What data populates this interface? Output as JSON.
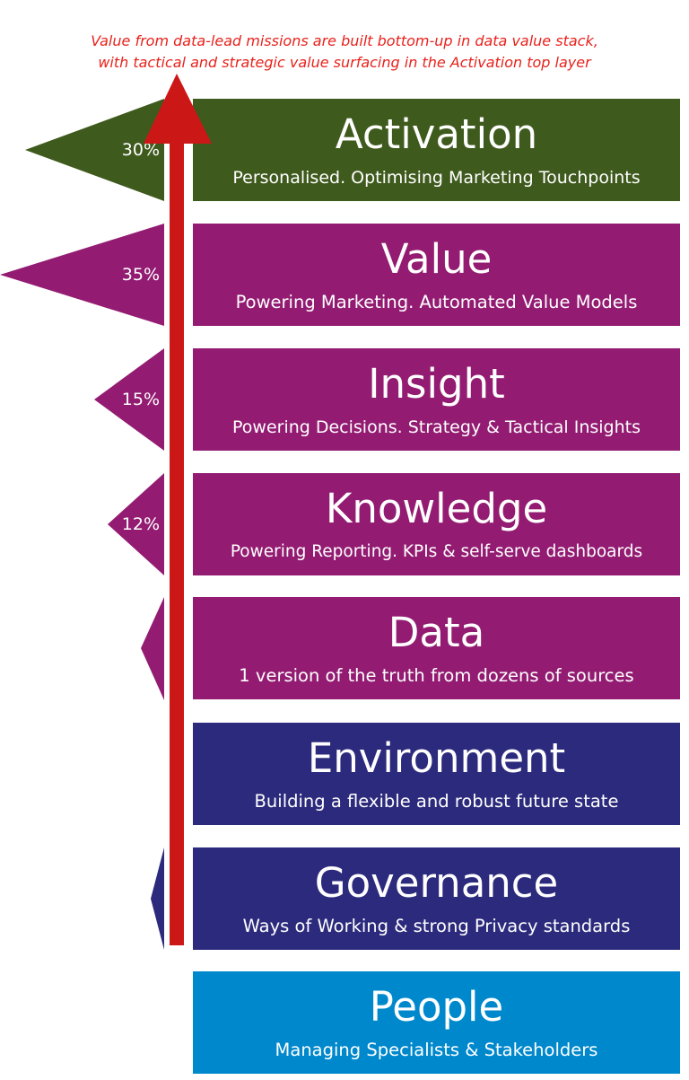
{
  "caption": {
    "line1": "Value from data-lead missions are built  bottom-up in data value stack,",
    "line2": "with tactical and strategic value surfacing in the Activation top layer"
  },
  "colors": {
    "caption": "#e8221c",
    "arrow": "#cc1717",
    "activation": "#3f5a1d",
    "purple": "#931c72",
    "navy": "#2c2a7c",
    "people": "#0088cc"
  },
  "layers": [
    {
      "title": "Activation",
      "subtitle": "Personalised. Optimising Marketing Touchpoints",
      "color": "#3f5a1d",
      "percent": "30%"
    },
    {
      "title": "Value",
      "subtitle": "Powering Marketing. Automated Value Models",
      "color": "#931c72",
      "percent": "35%"
    },
    {
      "title": "Insight",
      "subtitle": "Powering Decisions. Strategy & Tactical Insights",
      "color": "#931c72",
      "percent": "15%"
    },
    {
      "title": "Knowledge",
      "subtitle": "Powering Reporting. KPIs & self-serve dashboards",
      "color": "#931c72",
      "percent": "12%"
    },
    {
      "title": "Data",
      "subtitle": "1 version of the truth from dozens of sources",
      "color": "#931c72",
      "percent": ""
    },
    {
      "title": "Environment",
      "subtitle": "Building a flexible and robust future state",
      "color": "#2c2a7c",
      "percent": ""
    },
    {
      "title": "Governance",
      "subtitle": "Ways of Working & strong Privacy standards",
      "color": "#2c2a7c",
      "percent": ""
    },
    {
      "title": "People",
      "subtitle": "Managing Specialists & Stakeholders",
      "color": "#0088cc",
      "percent": ""
    }
  ]
}
